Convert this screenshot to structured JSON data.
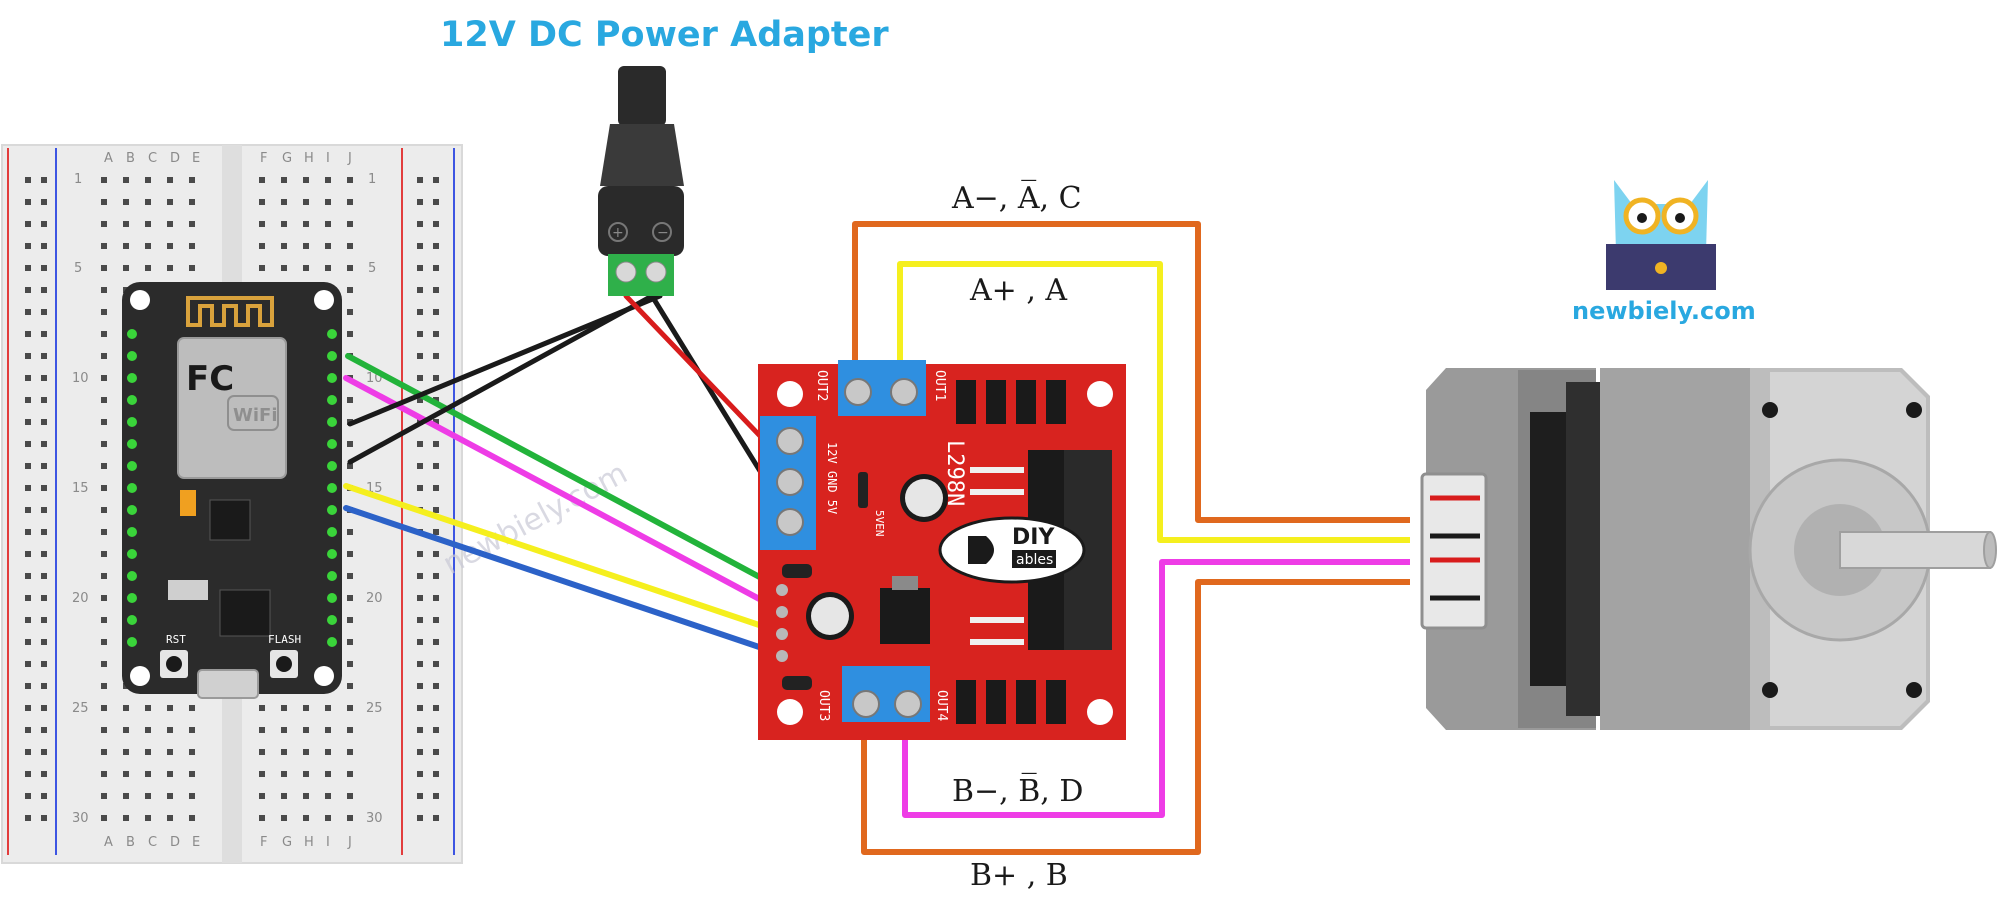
{
  "title": "12V DC Power Adapter",
  "wire_labels": {
    "a_minus": "A−, A̅, C",
    "a_plus": "A+ , A",
    "b_minus": "B−, B̅, D",
    "b_plus": "B+ , B"
  },
  "brand": "newbiely.com",
  "watermark": "newbiely.com",
  "driver": {
    "chip": "L298N",
    "logo_top": "DIY",
    "logo_bottom": "ables",
    "out1": "OUT1",
    "out2": "OUT2",
    "out3": "OUT3",
    "out4": "OUT4",
    "power_pins": "12V GND 5V",
    "en5v": "5VEN"
  },
  "mcu": {
    "module": "FC",
    "wifi": "WiFi",
    "rst": "RST",
    "flash": "FLASH"
  },
  "breadboard": {
    "cols_left": [
      "A",
      "B",
      "C",
      "D",
      "E"
    ],
    "cols_right": [
      "F",
      "G",
      "H",
      "I",
      "J"
    ],
    "rows": [
      "1",
      "5",
      "10",
      "15",
      "20",
      "25",
      "30"
    ]
  },
  "colors": {
    "title": "#29a8e0",
    "driver_board": "#d8231f",
    "terminal": "#2f8fe0",
    "wire_orange": "#e0681e",
    "wire_yellow": "#f5ef1e",
    "wire_magenta": "#ee3ce6",
    "wire_green": "#22b33a",
    "wire_blue": "#2c62c8",
    "wire_red": "#d81c1c",
    "wire_black": "#1a1a1a",
    "motor": "#9a9a9a",
    "mcu_board": "#2b2b2b"
  }
}
